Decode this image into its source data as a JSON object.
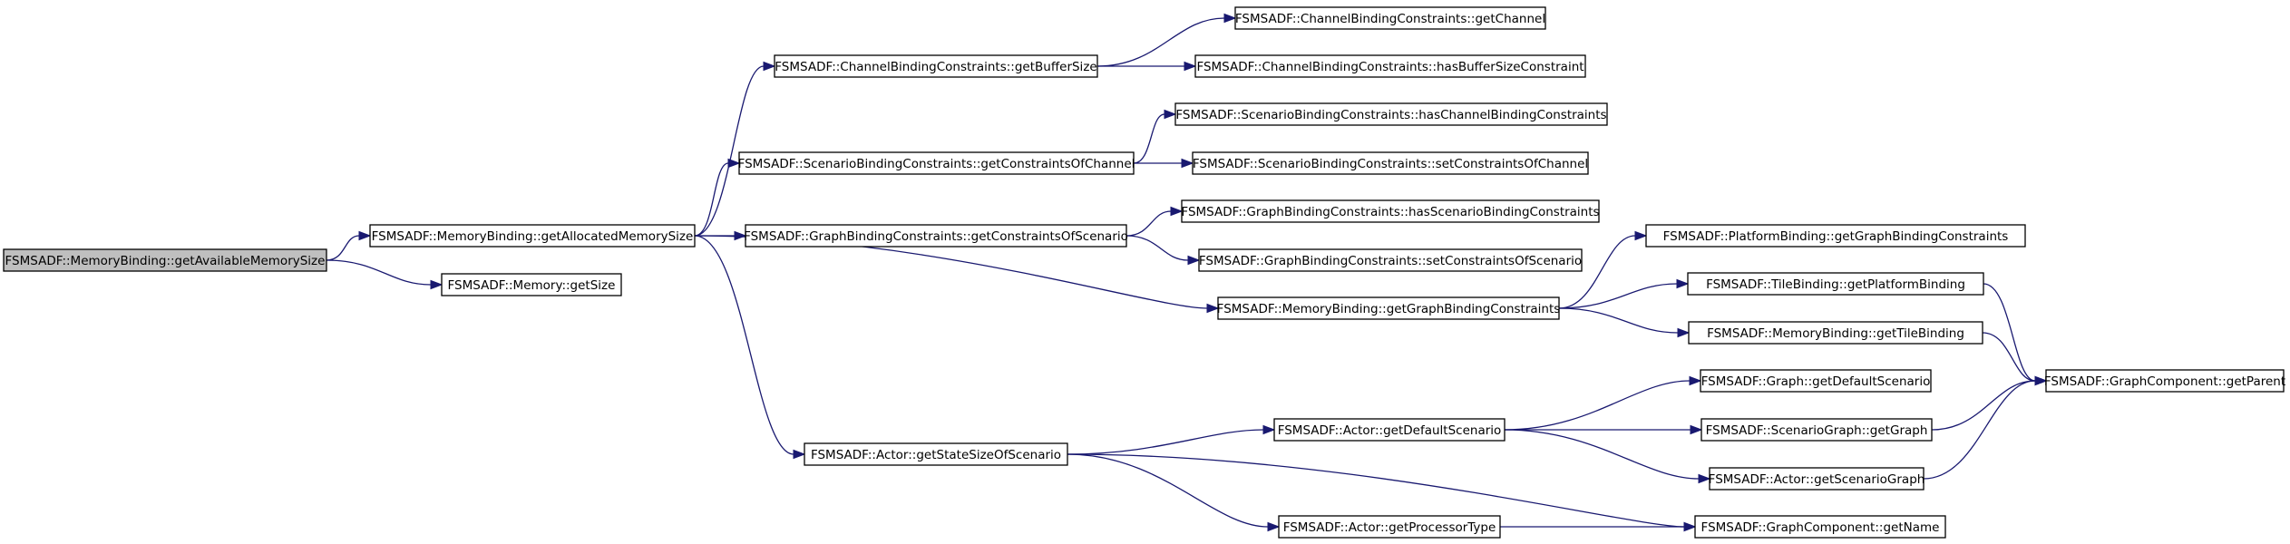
{
  "graph": {
    "nodes": [
      {
        "id": "root",
        "label": "FSMSADF::MemoryBinding::getAvailableMemorySize",
        "root": true
      },
      {
        "id": "getAllocatedMemorySize",
        "label": "FSMSADF::MemoryBinding::getAllocatedMemorySize"
      },
      {
        "id": "memoryGetSize",
        "label": "FSMSADF::Memory::getSize"
      },
      {
        "id": "cbcGetBufferSize",
        "label": "FSMSADF::ChannelBindingConstraints::getBufferSize"
      },
      {
        "id": "sbcGetConstraintsOfChannel",
        "label": "FSMSADF::ScenarioBindingConstraints::getConstraintsOfChannel"
      },
      {
        "id": "gbcGetConstraintsOfScenario",
        "label": "FSMSADF::GraphBindingConstraints::getConstraintsOfScenario"
      },
      {
        "id": "mbGetGraphBindingConstraints",
        "label": "FSMSADF::MemoryBinding::getGraphBindingConstraints"
      },
      {
        "id": "actorGetStateSizeOfScenario",
        "label": "FSMSADF::Actor::getStateSizeOfScenario"
      },
      {
        "id": "cbcGetChannel",
        "label": "FSMSADF::ChannelBindingConstraints::getChannel"
      },
      {
        "id": "cbcHasBufferSizeConstraint",
        "label": "FSMSADF::ChannelBindingConstraints::hasBufferSizeConstraint"
      },
      {
        "id": "sbcHasChannelBindingConstraints",
        "label": "FSMSADF::ScenarioBindingConstraints::hasChannelBindingConstraints"
      },
      {
        "id": "sbcSetConstraintsOfChannel",
        "label": "FSMSADF::ScenarioBindingConstraints::setConstraintsOfChannel"
      },
      {
        "id": "gbcHasScenarioBindingConstraints",
        "label": "FSMSADF::GraphBindingConstraints::hasScenarioBindingConstraints"
      },
      {
        "id": "gbcSetConstraintsOfScenario",
        "label": "FSMSADF::GraphBindingConstraints::setConstraintsOfScenario"
      },
      {
        "id": "pbGetGraphBindingConstraints",
        "label": "FSMSADF::PlatformBinding::getGraphBindingConstraints"
      },
      {
        "id": "tbGetPlatformBinding",
        "label": "FSMSADF::TileBinding::getPlatformBinding"
      },
      {
        "id": "mbGetTileBinding",
        "label": "FSMSADF::MemoryBinding::getTileBinding"
      },
      {
        "id": "gcGetParent",
        "label": "FSMSADF::GraphComponent::getParent"
      },
      {
        "id": "actorGetDefaultScenario",
        "label": "FSMSADF::Actor::getDefaultScenario"
      },
      {
        "id": "actorGetProcessorType",
        "label": "FSMSADF::Actor::getProcessorType"
      },
      {
        "id": "graphGetDefaultScenario",
        "label": "FSMSADF::Graph::getDefaultScenario"
      },
      {
        "id": "sgGetGraph",
        "label": "FSMSADF::ScenarioGraph::getGraph"
      },
      {
        "id": "actorGetScenarioGraph",
        "label": "FSMSADF::Actor::getScenarioGraph"
      },
      {
        "id": "gcGetName",
        "label": "FSMSADF::GraphComponent::getName"
      }
    ],
    "edges": [
      {
        "from": "root",
        "to": "getAllocatedMemorySize"
      },
      {
        "from": "root",
        "to": "memoryGetSize"
      },
      {
        "from": "getAllocatedMemorySize",
        "to": "cbcGetBufferSize"
      },
      {
        "from": "getAllocatedMemorySize",
        "to": "sbcGetConstraintsOfChannel"
      },
      {
        "from": "getAllocatedMemorySize",
        "to": "gbcGetConstraintsOfScenario"
      },
      {
        "from": "getAllocatedMemorySize",
        "to": "mbGetGraphBindingConstraints"
      },
      {
        "from": "getAllocatedMemorySize",
        "to": "actorGetStateSizeOfScenario"
      },
      {
        "from": "cbcGetBufferSize",
        "to": "cbcGetChannel"
      },
      {
        "from": "cbcGetBufferSize",
        "to": "cbcHasBufferSizeConstraint"
      },
      {
        "from": "sbcGetConstraintsOfChannel",
        "to": "sbcHasChannelBindingConstraints"
      },
      {
        "from": "sbcGetConstraintsOfChannel",
        "to": "sbcSetConstraintsOfChannel"
      },
      {
        "from": "gbcGetConstraintsOfScenario",
        "to": "gbcHasScenarioBindingConstraints"
      },
      {
        "from": "gbcGetConstraintsOfScenario",
        "to": "gbcSetConstraintsOfScenario"
      },
      {
        "from": "mbGetGraphBindingConstraints",
        "to": "pbGetGraphBindingConstraints"
      },
      {
        "from": "mbGetGraphBindingConstraints",
        "to": "tbGetPlatformBinding"
      },
      {
        "from": "mbGetGraphBindingConstraints",
        "to": "mbGetTileBinding"
      },
      {
        "from": "tbGetPlatformBinding",
        "to": "gcGetParent"
      },
      {
        "from": "mbGetTileBinding",
        "to": "gcGetParent"
      },
      {
        "from": "actorGetStateSizeOfScenario",
        "to": "actorGetDefaultScenario"
      },
      {
        "from": "actorGetStateSizeOfScenario",
        "to": "actorGetProcessorType"
      },
      {
        "from": "actorGetStateSizeOfScenario",
        "to": "gcGetName"
      },
      {
        "from": "actorGetDefaultScenario",
        "to": "graphGetDefaultScenario"
      },
      {
        "from": "actorGetDefaultScenario",
        "to": "sgGetGraph"
      },
      {
        "from": "actorGetDefaultScenario",
        "to": "actorGetScenarioGraph"
      },
      {
        "from": "sgGetGraph",
        "to": "gcGetParent"
      },
      {
        "from": "actorGetScenarioGraph",
        "to": "gcGetParent"
      },
      {
        "from": "actorGetProcessorType",
        "to": "gcGetName"
      }
    ],
    "colors": {
      "edge": "#191970",
      "root_fill": "#bfbfbf",
      "node_fill": "#ffffff",
      "node_border": "#000000"
    }
  }
}
